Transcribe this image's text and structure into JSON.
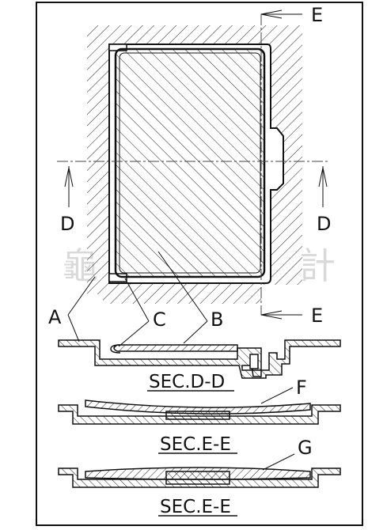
{
  "labels": {
    "a": "A",
    "b": "B",
    "c": "C",
    "d_left": "D",
    "d_right": "D",
    "e_top": "E",
    "e_bottom": "E",
    "f": "F",
    "g": "G"
  },
  "sections": {
    "dd": "SEC.D-D",
    "ee_1": "SEC.E-E",
    "ee_2": "SEC.E-E"
  },
  "watermark": {
    "left": "龜",
    "right": "計"
  }
}
